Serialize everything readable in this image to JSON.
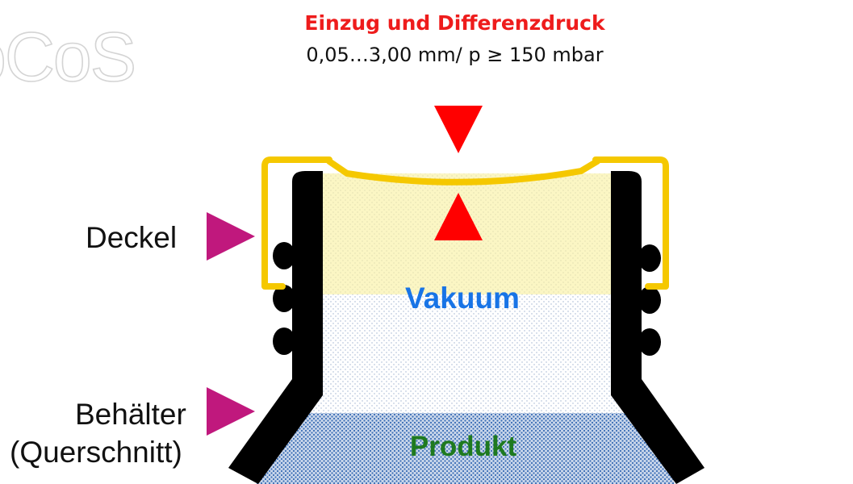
{
  "header": {
    "title": "Einzug und Differenzdruck",
    "subtitle": "0,05…3,00 mm/ p ≥ 150 mbar"
  },
  "labels": {
    "lid": "Deckel",
    "container_line1": "Behälter",
    "container_line2": "(Querschnitt)"
  },
  "regions": {
    "vacuum": "Vakuum",
    "product": "Produkt"
  },
  "logo_text": "oCoS",
  "colors": {
    "title": "#ee1c1c",
    "arrow_red": "#ff0000",
    "arrow_magenta": "#c0187d",
    "lid_yellow": "#f5c800",
    "vacuum_fill": "#fbf6c4",
    "vacuum_text": "#1874e6",
    "product_fill": "#9db4d8",
    "product_text": "#1f7a1f",
    "container_black": "#000000"
  }
}
